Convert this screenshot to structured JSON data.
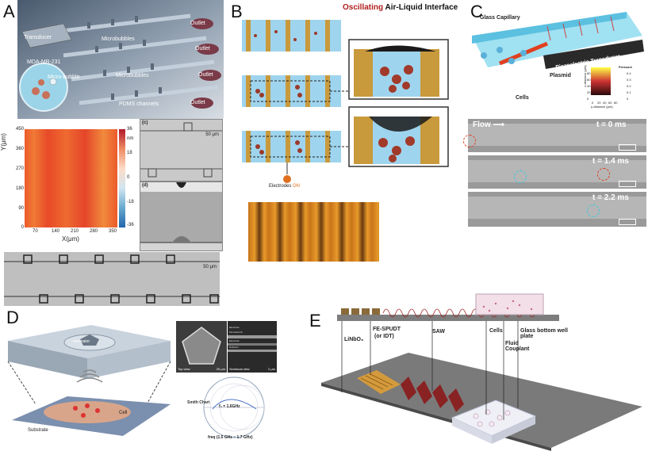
{
  "panels": {
    "A": {
      "label": "A",
      "device_labels": [
        "Transducer",
        "MDA-MB-231",
        "Micro-bubble",
        "Microbubbles",
        "Microbubbles",
        "PDMS channels",
        "Outlet",
        "Outlet",
        "Outlet",
        "Outlet"
      ],
      "heatmap": {
        "ylabel": "Y(μm)",
        "xlabel": "X(μm)",
        "yticks": [
          "450",
          "360",
          "270",
          "180",
          "90",
          "0"
        ],
        "xticks": [
          "70",
          "140",
          "210",
          "280",
          "350"
        ],
        "colorbar_ticks": [
          "36",
          "18",
          "0",
          "-18",
          "-36"
        ],
        "colorbar_unit": "nm"
      },
      "sub_c": {
        "label": "(c)",
        "scale": "50 μm"
      },
      "sub_d": {
        "label": "(d)"
      },
      "bottom_scale": "50 μm"
    },
    "B": {
      "label": "B",
      "title_part1": "Oscillating",
      "title_part2": " Air-Liquid Interface",
      "electrodes_text": "Electrodes ",
      "electrodes_on": "ON"
    },
    "C": {
      "label": "C",
      "glass_capillary": "Glass Capillary",
      "transducer": "Piezoelectric Transducer",
      "plasmid": "Plasmid",
      "cells": "Cells",
      "inset_ylabel": "z-distance (μm)",
      "inset_xlabel": "y-distance (μm)",
      "inset_yticks": [
        "80",
        "60",
        "40",
        "20",
        "0"
      ],
      "inset_xticks": [
        "0",
        "20",
        "40",
        "60",
        "80"
      ],
      "inset_colorbar_title": "Pressure",
      "inset_colorbar_ticks": [
        "0.4",
        "0.3",
        "0.2",
        "0.1",
        "0"
      ],
      "flow": "Flow",
      "times": [
        "t = 0 ms",
        "t = 1.4 ms",
        "t = 2.2 ms"
      ]
    },
    "D": {
      "label": "D",
      "resonator": "resonator",
      "substrate": "Substrate",
      "cell": "Cell",
      "top_view": "Top view",
      "top_scale": "25 μm",
      "sectional_view": "Sectional view",
      "sectional_scale": "2 μm",
      "layers": [
        "Electrode",
        "Piezoelectric",
        "Electrode",
        "Reflector"
      ],
      "smith_chart": "Smith Chart",
      "f0": "f₀ = 1.6GHz",
      "freq": "freq (1.5 GHz ~ 1.7 GHz)"
    },
    "E": {
      "label": "E",
      "linbo3": "LiNbO₃",
      "fe_spudt": "FE-SPUDT",
      "or_idt": "(or IDT)",
      "saw": "SAW",
      "cells": "Cells",
      "fluid_couplant": "Fluid Couplant",
      "glass_bottom": "Glass bottom well plate"
    }
  },
  "colors": {
    "heat_hot": "#e8452a",
    "heat_warm": "#f2863a",
    "saw_red": "#8b1a1a",
    "electrode_gold": "#c98a2c",
    "capillary_blue": "#7fd0ea",
    "highlight_orange": "#e07020",
    "cyan_circle": "#3cc8e0"
  }
}
